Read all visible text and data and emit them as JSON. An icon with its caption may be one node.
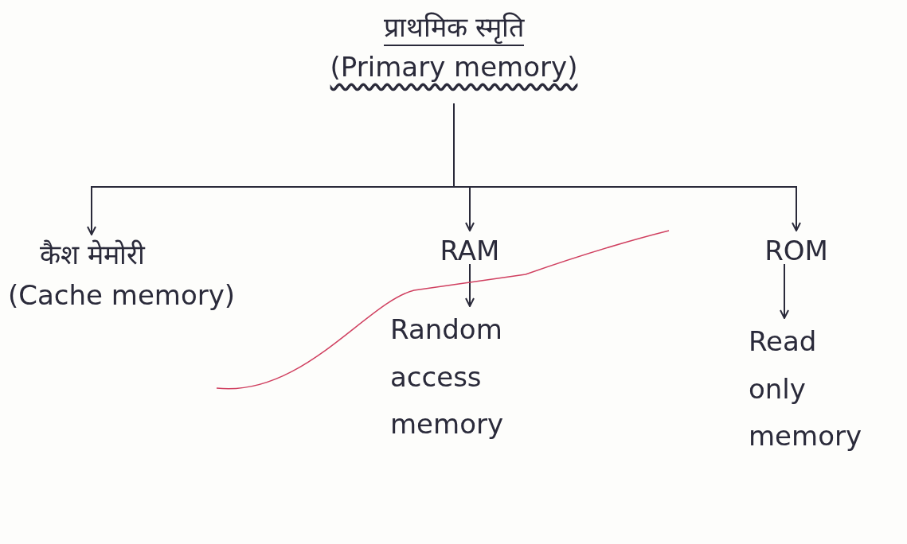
{
  "diagram": {
    "nodes": [
      {
        "text": [
          "प्राथमिक स्मृति",
          "(Primary memory)"
        ]
      },
      {
        "text": [
          "कैश मेमोरी",
          "(Cache memory)"
        ]
      },
      {
        "text": [
          "RAM"
        ]
      },
      {
        "text": [
          "Random access memory"
        ]
      },
      {
        "text": [
          "ROM"
        ]
      },
      {
        "text": [
          "Read only memory"
        ]
      }
    ],
    "edges": [
      {
        "from": 0,
        "to": 1,
        "arrow": "to"
      },
      {
        "from": 0,
        "to": 2,
        "arrow": "to"
      },
      {
        "from": 0,
        "to": 4,
        "arrow": "to"
      },
      {
        "from": 2,
        "to": 3,
        "arrow": "to"
      },
      {
        "from": 4,
        "to": 5,
        "arrow": "to"
      }
    ]
  }
}
